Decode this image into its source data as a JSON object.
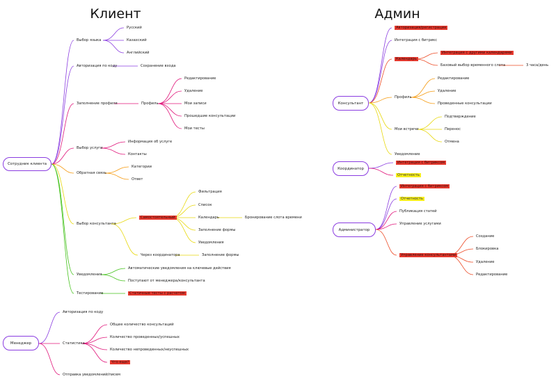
{
  "titles": {
    "client": "Клиент",
    "admin": "Админ"
  },
  "client": {
    "root": "Сотрудник клиента",
    "language": {
      "label": "Выбор языка",
      "options": [
        "Русский",
        "Казахский",
        "Английский"
      ]
    },
    "auth": {
      "label": "Авторизация по коду",
      "child": "Сохранение входа"
    },
    "profile_fill": {
      "label": "Заполнение профиля",
      "profile": "Профиль",
      "items": [
        "Редактирование",
        "Удаление",
        "Мои записи",
        "Прошедшие консультации",
        "Мои тесты"
      ]
    },
    "service": {
      "label": "Выбор услуги",
      "items": [
        "Информация об услуге",
        "Контакты"
      ]
    },
    "feedback": {
      "label": "Обратная связь",
      "items": [
        "Категории",
        "Ответ"
      ]
    },
    "consultant_choice": {
      "label": "Выбор консультанта",
      "self": "Самостоятельный",
      "self_items": [
        "Фильтрация",
        "Список",
        "Календарь",
        "Заполнение формы",
        "Уведомления"
      ],
      "calendar_child": "Бронирование слота времени",
      "via_coord": "Через координатора",
      "via_coord_child": "Заполнение формы"
    },
    "notifications": {
      "label": "Уведомления",
      "items": [
        "Автоматические уведомления на ключевые действия",
        "Поступают от менеджера/консультанта"
      ]
    },
    "testing": {
      "label": "Тестирование",
      "child": "Статичные тесты с расчетом"
    }
  },
  "manager": {
    "root": "Менеджер",
    "auth": "Авторизация по коду",
    "stats": {
      "label": "Статистика",
      "items": [
        "Общее количество консультаций",
        "Количество проведенных/успешных",
        "Количество непроведенных/неуспешных",
        "Что еще?"
      ]
    },
    "send": "Отправка уведомлений/писем"
  },
  "admin": {
    "consultant": {
      "root": "Консультант",
      "auth": "Авторизация/регистрация",
      "bitrix": "Интеграция с битрикс",
      "calendar": "Календарь",
      "calendar_items": [
        "Интеграция с другими календарями",
        "Базовый выбор временного слота"
      ],
      "slot_child": "3 часа/день",
      "profile": "Профиль",
      "profile_items": [
        "Редактирование",
        "Удаление",
        "Проведенные консультации"
      ],
      "meetings": "Мои встречи",
      "meeting_items": [
        "Подтверждение",
        "Перенос",
        "Отмена"
      ],
      "notifications": "Уведомление"
    },
    "coordinator": {
      "root": "Координатор",
      "items": [
        "Интеграция с битриксом",
        "Отчетность"
      ]
    },
    "administrator": {
      "root": "Администратор",
      "items": [
        "Интеграция с битриксом",
        "Отчетность",
        "Публикация статей",
        "Управление услугами",
        "Управление консультантами"
      ],
      "manage_items": [
        "Создание",
        "Блокировка",
        "Удаление",
        "Редактирование"
      ]
    }
  },
  "colors": {
    "purple": "#8a3ce0",
    "magenta": "#e0157a",
    "orange": "#f59a0f",
    "yellow": "#e8d80c",
    "green": "#44c21b",
    "red": "#ec4a25",
    "highlight_red": "#e5392e",
    "highlight_yellow": "#f7ef1a"
  }
}
